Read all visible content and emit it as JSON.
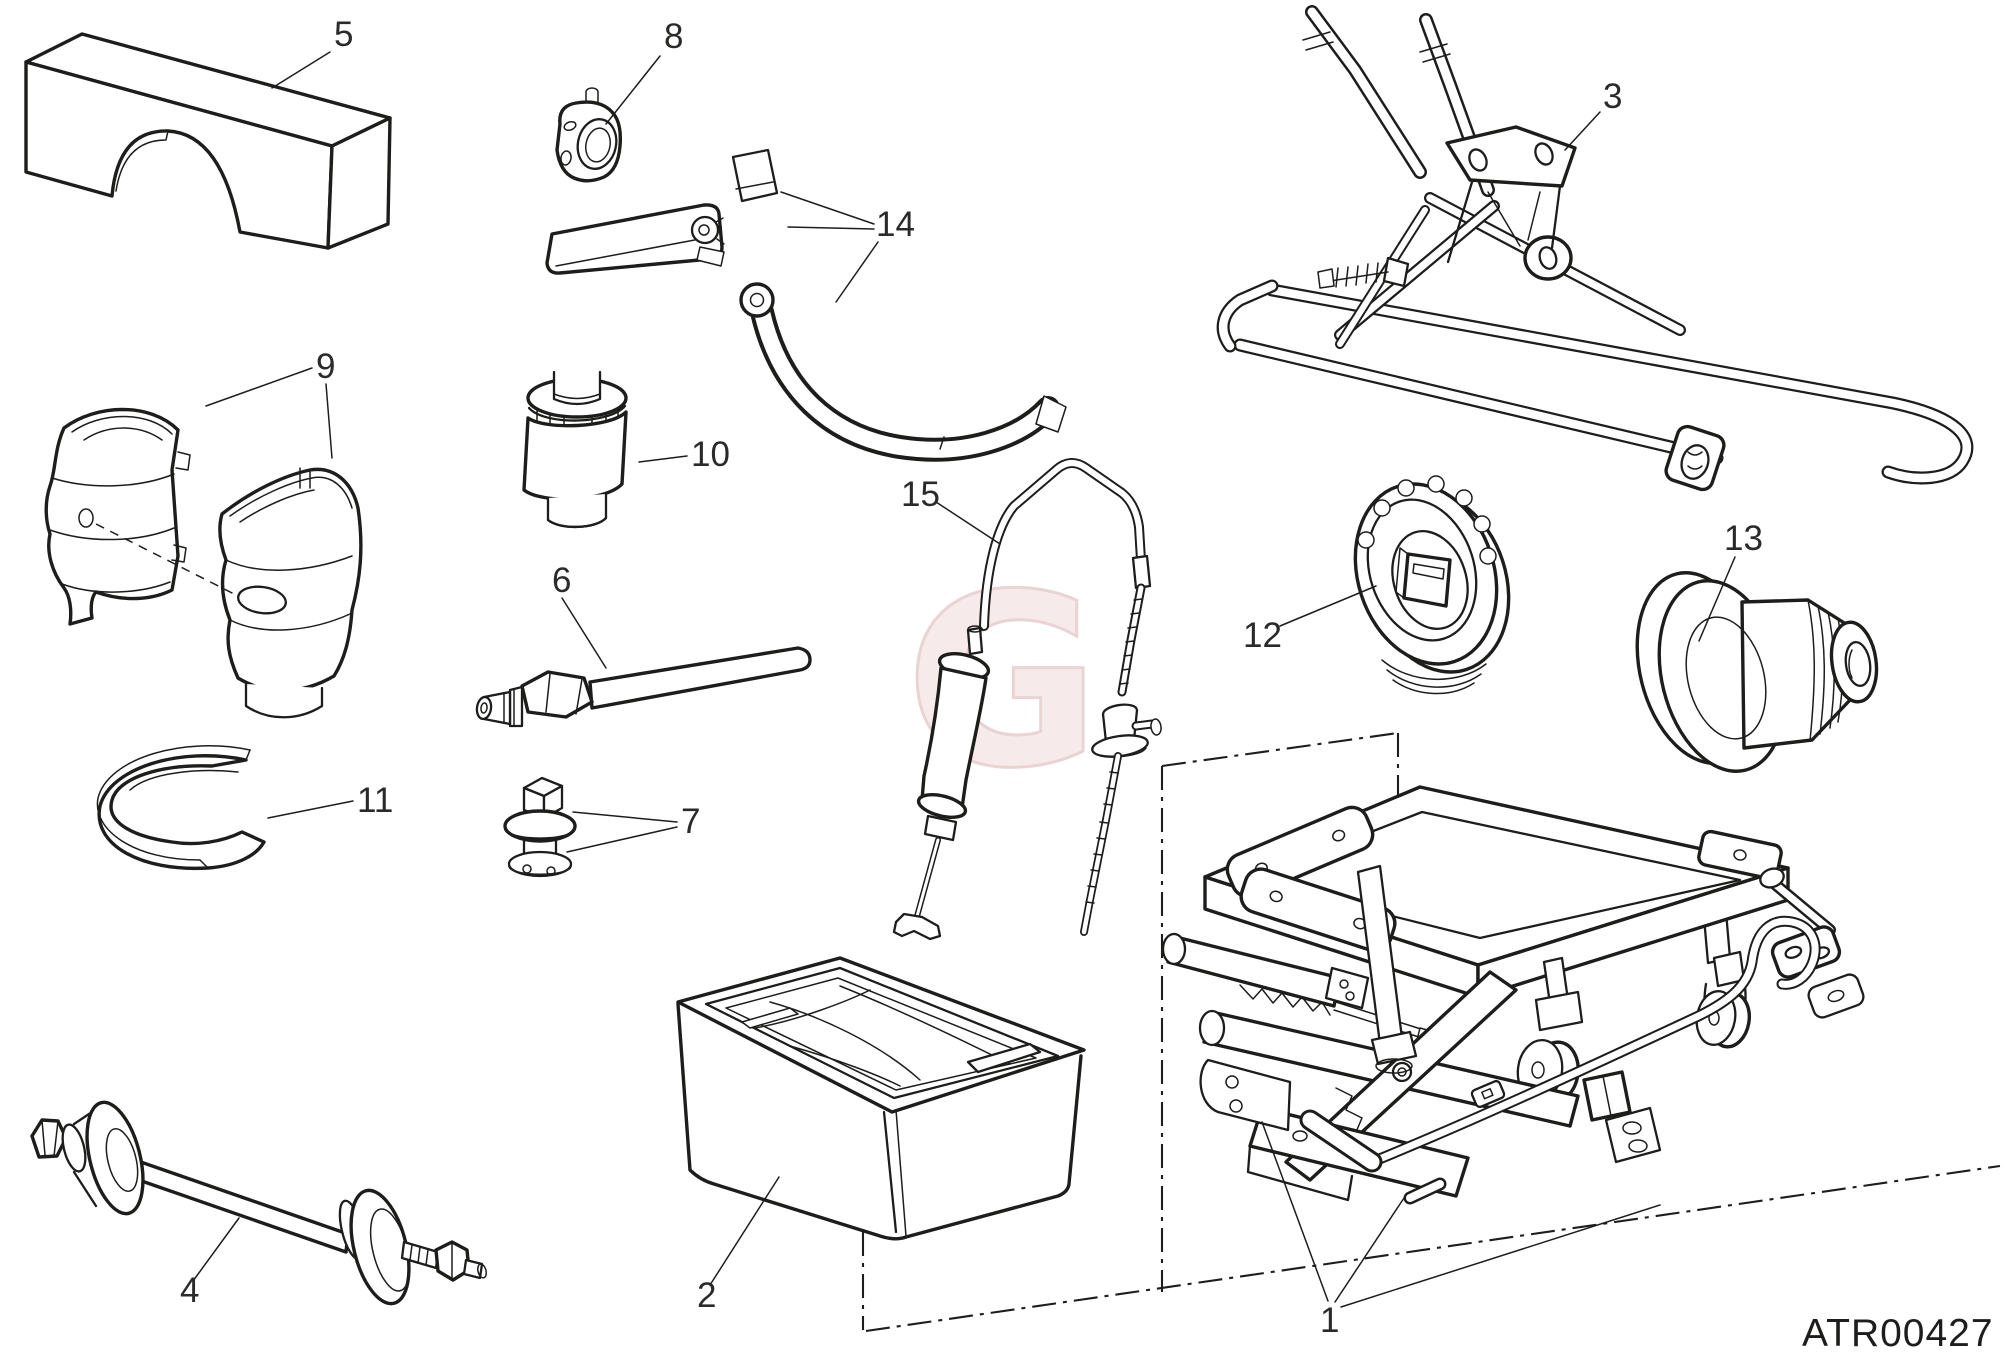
{
  "diagram": {
    "code": "ATR00427",
    "watermark_letter": "G",
    "colors": {
      "background": "#ffffff",
      "ink": "#1d1d1b",
      "watermark_fill": "#f7eaea",
      "watermark_edge": "#e9d3d3"
    }
  },
  "callouts": {
    "p1": "1",
    "p2": "2",
    "p3": "3",
    "p4": "4",
    "p5": "5",
    "p6": "6",
    "p7": "7",
    "p8": "8",
    "p9": "9",
    "p10": "10",
    "p11": "11",
    "p12": "12",
    "p13": "13",
    "p14": "14",
    "p15": "15"
  }
}
